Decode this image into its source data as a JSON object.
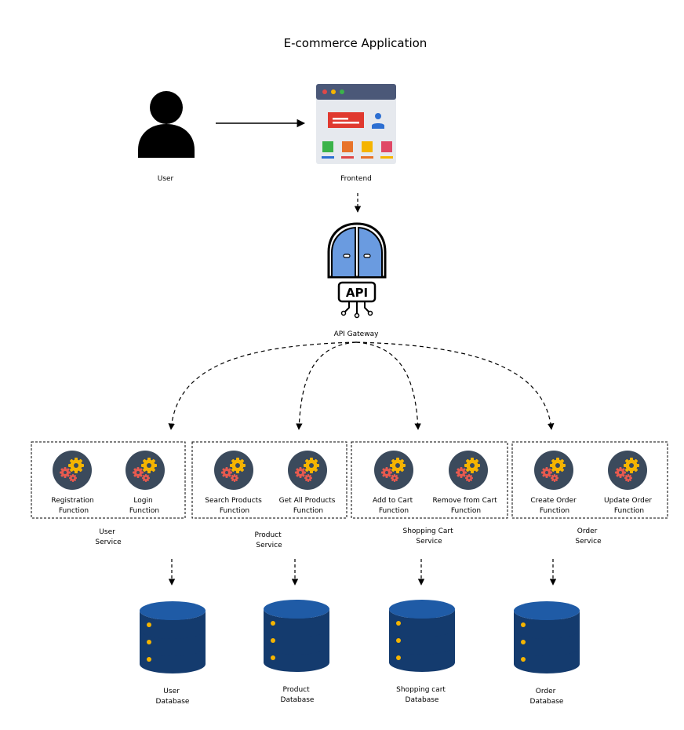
{
  "title": "E-commerce Application",
  "user": {
    "label": "User"
  },
  "frontend": {
    "label": "Frontend"
  },
  "gateway": {
    "label": "API Gateway",
    "badge": "API"
  },
  "services": [
    {
      "label_lines": [
        "User",
        "Service"
      ],
      "functions": [
        {
          "lines": [
            "Registration",
            "Function"
          ]
        },
        {
          "lines": [
            "Login",
            "Function"
          ]
        }
      ],
      "database": [
        "User",
        "Database"
      ]
    },
    {
      "label_lines": [
        "Product",
        "Service"
      ],
      "functions": [
        {
          "lines": [
            "Search Products",
            "Function"
          ]
        },
        {
          "lines": [
            "Get All Products",
            "Function"
          ]
        }
      ],
      "database": [
        "Product",
        "Database"
      ]
    },
    {
      "label_lines": [
        "Shopping Cart",
        "Service"
      ],
      "functions": [
        {
          "lines": [
            "Add to Cart",
            "Function"
          ]
        },
        {
          "lines": [
            "Remove from Cart",
            "Function"
          ]
        }
      ],
      "database": [
        "Shopping cart",
        "Database"
      ]
    },
    {
      "label_lines": [
        "Order",
        "Service"
      ],
      "functions": [
        {
          "lines": [
            "Create Order",
            "Function"
          ]
        },
        {
          "lines": [
            "Update Order",
            "Function"
          ]
        }
      ],
      "database": [
        "Order",
        "Database"
      ]
    }
  ],
  "icons": {
    "user": "user-icon",
    "frontend": "browser-window-icon",
    "gateway": "api-gateway-icon",
    "function": "gears-icon",
    "database": "database-icon"
  },
  "colors": {
    "function_circle": "#3b4a5c",
    "database_blue": "#1d4f91",
    "gateway_door": "#6a9be0"
  }
}
